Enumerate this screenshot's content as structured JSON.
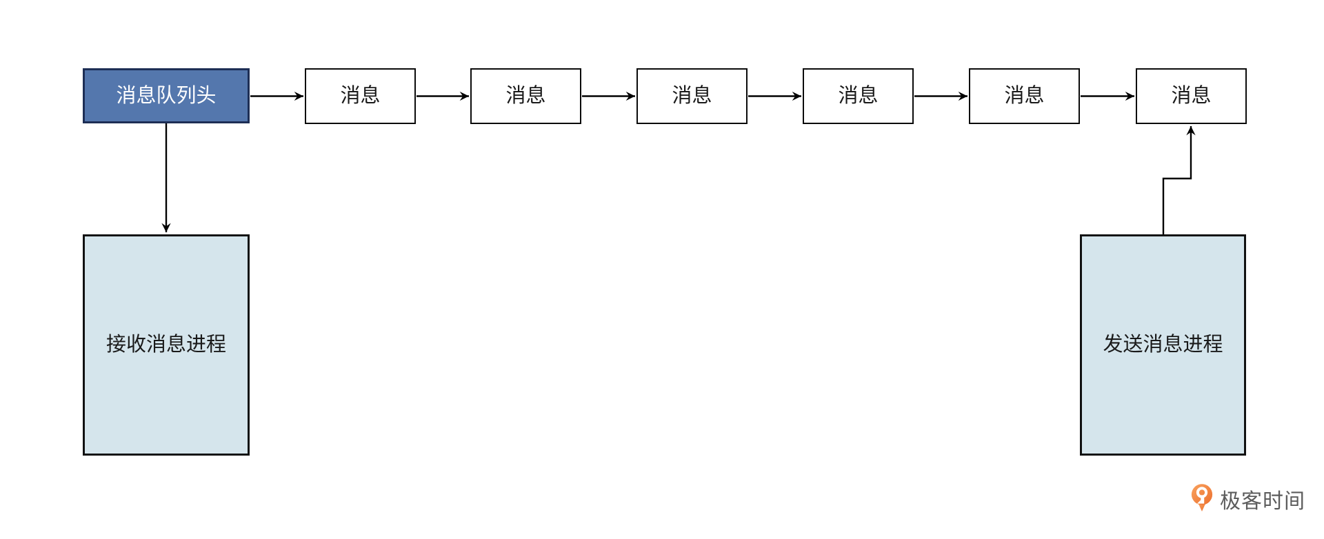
{
  "diagram": {
    "queue_head": {
      "label": "消息队列头"
    },
    "messages": [
      {
        "label": "消息"
      },
      {
        "label": "消息"
      },
      {
        "label": "消息"
      },
      {
        "label": "消息"
      },
      {
        "label": "消息"
      },
      {
        "label": "消息"
      }
    ],
    "receiver": {
      "label": "接收消息进程"
    },
    "sender": {
      "label": "发送消息进程"
    },
    "edges": [
      "queue-head -> message-1",
      "message-1 -> message-2",
      "message-2 -> message-3",
      "message-3 -> message-4",
      "message-4 -> message-5",
      "message-5 -> message-6",
      "queue-head -> receiver (down)",
      "sender -> message-6 (elbow up)"
    ]
  },
  "branding": {
    "logo_text": "极客时间"
  },
  "colors": {
    "queue_head_fill": "#5477AD",
    "queue_head_border": "#1D2E55",
    "queue_head_text": "#FFFFFF",
    "message_fill": "#FFFFFF",
    "message_border": "#0A0A0A",
    "message_text": "#1A1A1A",
    "process_fill": "#D5E5EC",
    "process_border": "#111111",
    "arrow": "#000000",
    "logo_orange": "#F0813D",
    "logo_text_color": "#5C5C5C"
  }
}
